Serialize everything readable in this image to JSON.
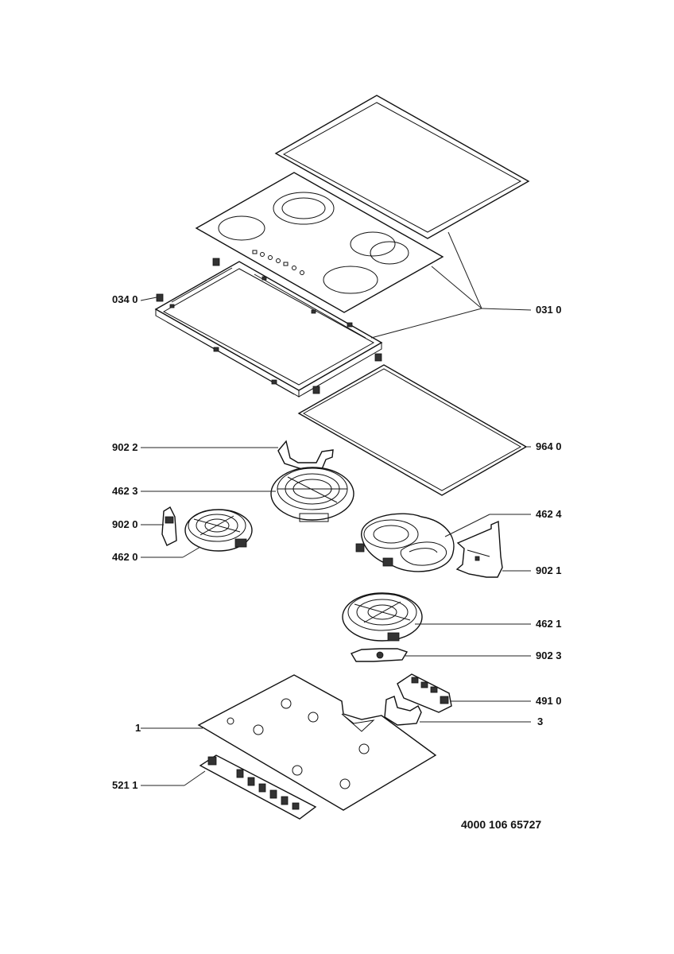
{
  "callouts": {
    "c034_0": "034 0",
    "c031_0": "031 0",
    "c902_2": "902 2",
    "c964_0": "964 0",
    "c462_3": "462 3",
    "c902_0": "902 0",
    "c462_4": "462 4",
    "c462_0": "462 0",
    "c902_1": "902 1",
    "c462_1": "462 1",
    "c902_3": "902 3",
    "c491_0": "491 0",
    "c1": "1",
    "c3": "3",
    "c521_1": "521 1"
  },
  "document_number": "4000 106 65727"
}
